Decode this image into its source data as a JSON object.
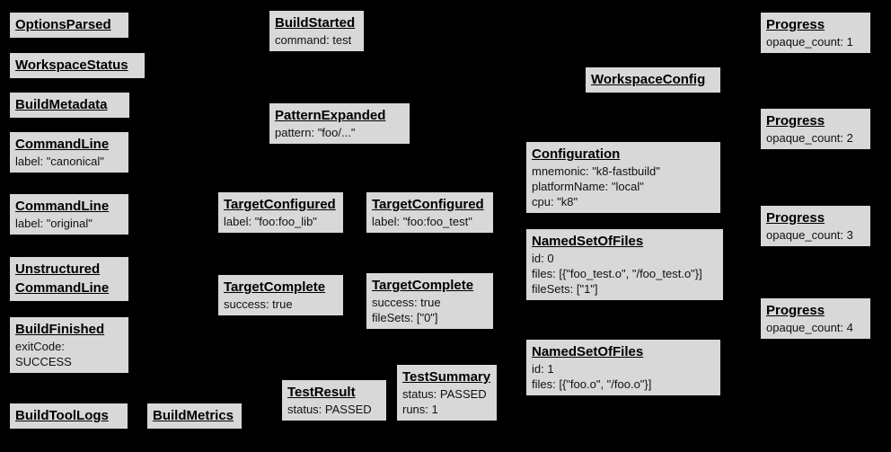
{
  "diagram": {
    "description": "Build event protocol graph of build event nodes",
    "colors": {
      "background": "#000000",
      "node_fill": "#d8d8d8",
      "node_border": "#000000",
      "text": "#000000"
    },
    "nodes": [
      {
        "id": "options-parsed",
        "title": "OptionsParsed",
        "body": ""
      },
      {
        "id": "workspace-status",
        "title": "WorkspaceStatus",
        "body": ""
      },
      {
        "id": "build-metadata",
        "title": "BuildMetadata",
        "body": ""
      },
      {
        "id": "command-line-canonical",
        "title": "CommandLine",
        "body": "label: \"canonical\""
      },
      {
        "id": "command-line-original",
        "title": "CommandLine",
        "body": "label: \"original\""
      },
      {
        "id": "unstructured-command-line",
        "title": "Unstructured\nCommandLine",
        "body": ""
      },
      {
        "id": "build-finished",
        "title": "BuildFinished",
        "body": "exitCode: SUCCESS"
      },
      {
        "id": "build-tool-logs",
        "title": "BuildToolLogs",
        "body": ""
      },
      {
        "id": "build-metrics",
        "title": "BuildMetrics",
        "body": ""
      },
      {
        "id": "build-started",
        "title": "BuildStarted",
        "body": "command: test"
      },
      {
        "id": "pattern-expanded",
        "title": "PatternExpanded",
        "body": "pattern: \"foo/...\""
      },
      {
        "id": "target-configured-lib",
        "title": "TargetConfigured",
        "body": "label: \"foo:foo_lib\""
      },
      {
        "id": "target-configured-test",
        "title": "TargetConfigured",
        "body": "label: \"foo:foo_test\""
      },
      {
        "id": "target-complete-lib",
        "title": "TargetComplete",
        "body": "success: true"
      },
      {
        "id": "target-complete-test",
        "title": "TargetComplete",
        "body": "success: true\nfileSets: [\"0\"]"
      },
      {
        "id": "test-result",
        "title": "TestResult",
        "body": "status: PASSED"
      },
      {
        "id": "test-summary",
        "title": "TestSummary",
        "body": "status: PASSED\nruns: 1"
      },
      {
        "id": "workspace-config",
        "title": "WorkspaceConfig",
        "body": ""
      },
      {
        "id": "configuration",
        "title": "Configuration",
        "body": "mnemonic: \"k8-fastbuild\"\nplatformName: \"local\"\ncpu: \"k8\""
      },
      {
        "id": "named-set-of-files-0",
        "title": "NamedSetOfFiles",
        "body": "id: 0\nfiles: [{\"foo_test.o\", \"/foo_test.o\"}]\nfileSets: [\"1\"]"
      },
      {
        "id": "named-set-of-files-1",
        "title": "NamedSetOfFiles",
        "body": "id: 1\nfiles: [{\"foo.o\", \"/foo.o\"}]"
      },
      {
        "id": "progress-1",
        "title": "Progress",
        "body": "opaque_count: 1"
      },
      {
        "id": "progress-2",
        "title": "Progress",
        "body": "opaque_count: 2"
      },
      {
        "id": "progress-3",
        "title": "Progress",
        "body": "opaque_count: 3"
      },
      {
        "id": "progress-4",
        "title": "Progress",
        "body": "opaque_count: 4"
      }
    ]
  }
}
